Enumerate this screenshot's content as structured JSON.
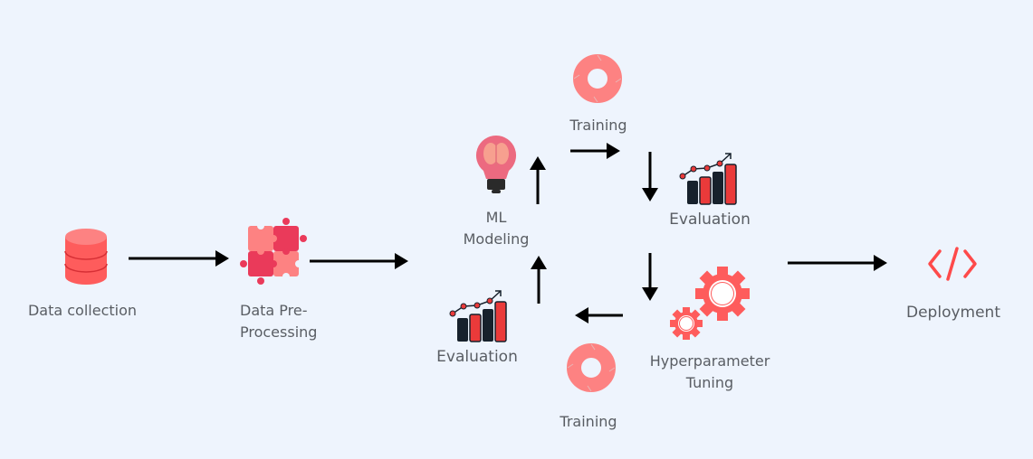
{
  "nodes": {
    "data_collection": "Data collection",
    "preprocessing_line1": "Data Pre-",
    "preprocessing_line2": "Processing",
    "ml_line1": "ML",
    "ml_line2": "Modeling",
    "training_top": "Training",
    "evaluation_top": "Evaluation",
    "hyper_line1": "Hyperparameter",
    "hyper_line2": "Tuning",
    "training_bottom": "Training",
    "evaluation_bottom": "Evaluation",
    "deployment": "Deployment"
  },
  "colors": {
    "background": "#eef4fd",
    "red": "#fe5c5c",
    "pink": "#fd8282",
    "crimson": "#ea3a5a",
    "dark": "#17212c",
    "text": "#595d63"
  }
}
